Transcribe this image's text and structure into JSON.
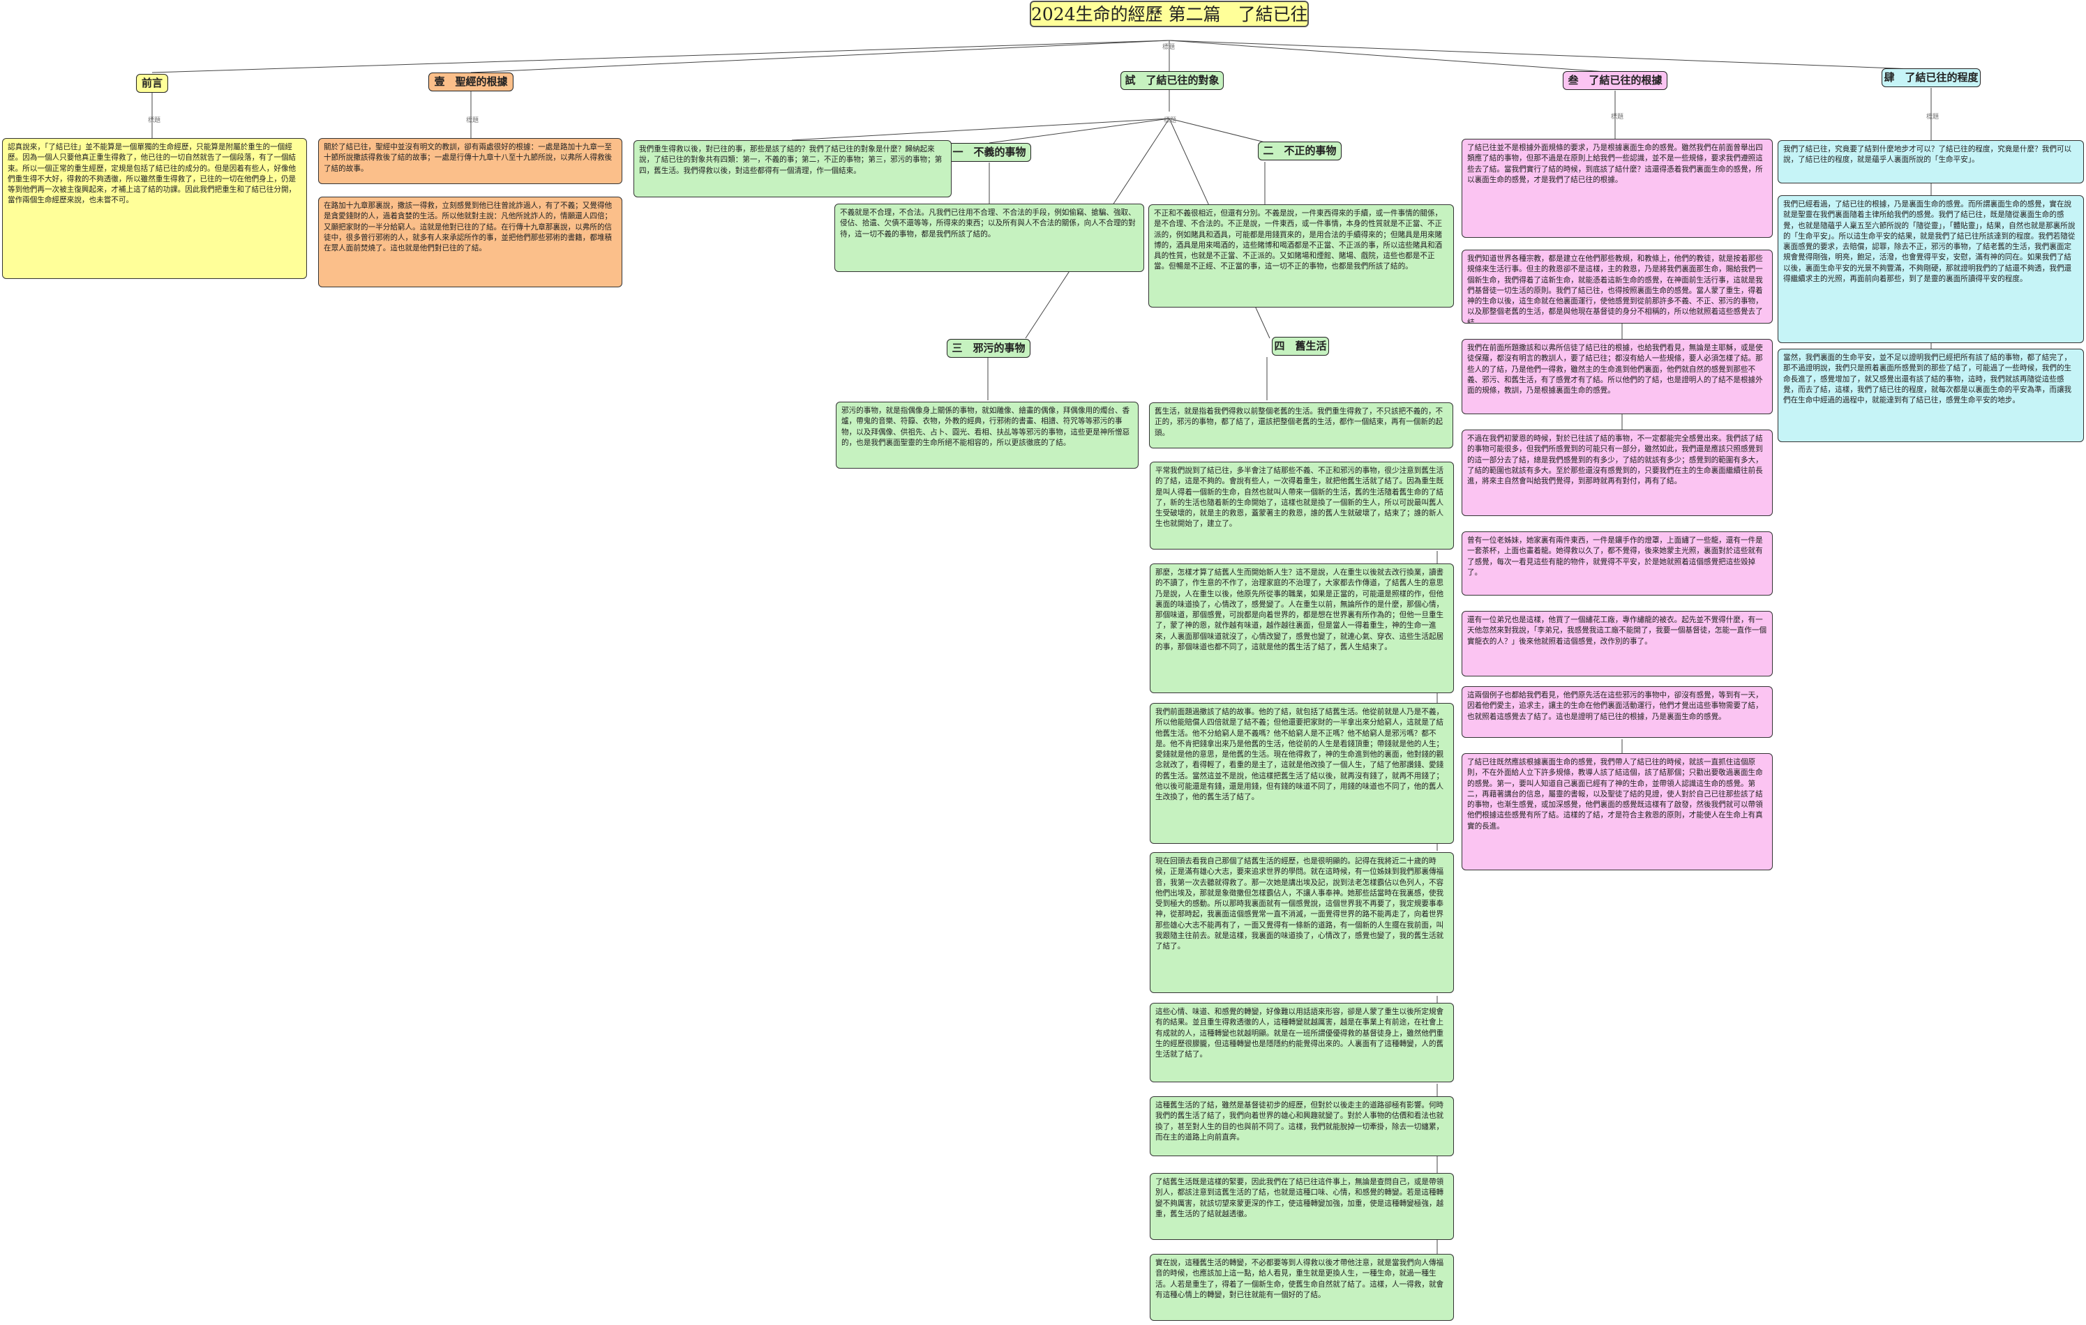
{
  "title": "2024生命的經歷 第二篇　了結已往",
  "root_label": "標題",
  "sub_label": "標題",
  "branches": {
    "preface": "前言",
    "part1": "壹　聖經的根據",
    "part2": "試　了結已往的對象",
    "part3": "叁　了結已往的根據",
    "part4": "肆　了結已往的程度",
    "p2_1": "一　不義的事物",
    "p2_2": "二　不正的事物",
    "p2_3": "三　邪污的事物",
    "p2_4": "四　舊生活"
  },
  "notes": {
    "preface": "認真說來，「了結已往」並不能算是一個單獨的生命經歷，只能算是附屬於重生的一個經歷。因為一個人只要他真正重生得救了，他已往的一切自然就告了一個段落，有了一個結束。所以一個正常的重生經歷，定規是包括了結已往的成分的。但是因着有些人，好像他們重生得不大好，得救的不夠透徹，所以雖然重生得救了，已往的一切在他們身上，仍是等到他們再一次被主復興起來，才補上這了結的功課。因此我們把重生和了結已往分開，當作兩個生命經歷來說，也未嘗不可。",
    "part1_a": "關於了結已往，聖經中並沒有明文的教訓，卻有兩處很好的根據：一處是路加十九章一至十節所說撒該得救後了結的故事；一處是行傳十九章十八至十九節所說，以弗所人得救後了結的故事。",
    "part1_b": "在路加十九章那裏說，撒該一得救，立刻感覺到他已往曾訛詐過人，有了不義；又覺得他是貪愛錢財的人，過着貪婪的生活。所以他就對主說：凡他所訛詐人的，情願還人四倍；又願把家財的一半分給窮人。這就是他對已往的了結。在行傳十九章那裏說，以弗所的信徒中，很多曾行邪術的人，就多有人來承認所作的事，並把他們那些邪術的書籍，都堆積在眾人面前焚燒了。這也就是他們對已往的了結。",
    "part2_main": "我們重生得救以後，對已往的事，那些是該了結的？我們了結已往的對象是什麼？歸納起來說，了結已往的對象共有四類：第一，不義的事；第二，不正的事物；第三，邪污的事物；第四，舊生活。我們得救以後，對這些都得有一個清理，作一個結束。",
    "p2_1": "不義就是不合理，不合法。凡我們已往用不合理、不合法的手段，例如偷竊、搶騙、強取、侵佔、拾遺、欠債不還等等，所得來的東西；以及所有與人不合法的關係，向人不合理的對待，這一切不義的事物，都是我們所該了結的。",
    "p2_2": "不正和不義很相近，但還有分別。不義是說，一件東西得來的手續，或一件事情的關係，是不合理、不合法的。不正是說，一件東西，或一件事情，本身的性質就是不正當、不正派的，例如賭具和酒具，可能都是用錢買來的，是用合法的手續得來的；但賭具是用來賭博的，酒具是用來喝酒的，這些賭博和喝酒都是不正當、不正派的事，所以這些賭具和酒具的性質，也就是不正當、不正派的。又如賭場和煙館、賭場、戲院，這些也都是不正當。但暢是不正經、不正當的事，這一切不正的事物，也都是我們所該了結的。",
    "p2_3": "邪污的事物，就是指偶像身上關係的事物，就如雕像、繪畫的偶像，拜偶像用的燭台、香爐，帶鬼的音樂、符籙、衣物，外教的經典，行邪術的書畫、相譜、符咒等等邪污的事物，以及拜偶像、供祖先、占卜、圓光、看相、扶乩等等邪污的事物，這些更是神所憎惡的，也是我們裏面聖靈的生命所絕不能相容的，所以更該徹底的了結。",
    "p2_4": "舊生活，就是指着我們得救以前整個老舊的生活。我們重生得救了，不只該把不義的，不正的，邪污的事物，都了結了，還該把整個老舊的生活，都作一個結束，再有一個新的起頭。",
    "p2_4b": "平常我們說到了結已往，多半會注了結那些不義、不正和邪污的事物，很少注意到舊生活的了結，這是不夠的。會說有些人，一次得着重生，就把他舊生活就了結了。因為重生既是叫人得着一個新的生命，自然也就叫人帶來一個新的生活，舊的生活隨着舊生命的了結了，新的生活也隨着新的生命開始了，這樣也就是換了一個新的生人，所以可說最叫舊人生受破壞的，就是主的救恩，蓋蒙著主的救恩，誰的舊人生就破壞了，結束了；誰的新人生也就開始了，建立了。",
    "p2_4c": "那麼，怎樣才算了結舊人生而開始新人生？這不是說，人在重生以後就去改行換業，讀書的不讀了，作生意的不作了，治理家庭的不治理了，大家都去作傳道，了結舊人生的意思乃是說，人在重生以後，他原先所從事的職業，如果是正當的，可能還是照樣的作，但他裏面的味道換了，心情改了，感覺變了。人在重生以前，無論所作的是什麼，那個心情，那個味道，那個感覺，可說都是向着世界的，都是想在世界裏有所作為的；但他一旦重生了，蒙了神的恩，就作越有味道，越作越往裏面，但是當人一得着重生，神的生命一進來，人裏面那個味道就沒了，心情改變了，感覺也變了，就連心氣、穿衣、這些生活起居的事，那個味道也都不同了，這就是他的舊生活了結了，舊人生結束了。",
    "p2_4d": "我們前面題過撒該了結的故事。他的了結，就包括了結舊生活。他從前就是人乃是不義，所以他能賠償人四倍就是了結不義；但他還要把家財的一半拿出來分給窮人，這就是了結他舊生活。他不分給窮人是不義嗎？他不給窮人是不正嗎？他不給窮人是邪污嗎？都不是。他不肯把錢拿出來乃是他舊的生活，他從前的人生是看錢頂重；帶錢就是他的人生；愛錢就是他的意思，是他舊的生活。現在他得救了，神的生命進到他的裏面，他對錢的觀念就改了，看得輕了，看重的是主了，這就是他改換了一個人生，了結了他那讚錢、愛錢的舊生活。當然這並不是說，他這樣把舊生活了結以後，就再沒有錢了，就再不用錢了；他以後可能還是有錢，還是用錢，但有錢的味道不同了，用錢的味道也不同了，他的舊人生改換了，他的舊生活了結了。",
    "p2_4e": "現在回頭去看我自己那個了結舊生活的經歷，也是很明顯的。記得在我將近二十歲的時候，正是滿有雄心大志，要來追求世界的學問。就在這時候，有一位姊妹到我們那裏傳福音，我第一次去聽就得救了。那一次她是講出埃及記，說到法老怎樣霸佔以色列人，不容他們出埃及，那就是象徵撒但怎樣霸佔人，不讓人事奉神。她那些話當時在我裏感，使我受到極大的感動。所以那時我裏面就有一個感覺說，這個世界我不再要了，我定規要事奉神，從那時起，我裏面這個感覺常一直不消滅，一面覺得世界的路不能再走了，向着世界那些雄心大志不能再有了，一面又覺得有一條新的道路，有一個新的人生擺在我前面，叫我跟隨主往前去。就是這樣，我裏面的味道換了，心情改了，感覺也變了，我的舊生活就了結了。",
    "p2_4f": "這些心情、味道、和感覺的轉變，好像難以用話語來形容，卻是人蒙了重生以後所定規會有的結果。並且重生得救透徹的人，這種轉變就越厲害，越是在事業上有前途，在社會上有成就的人，這種轉變也就越明顯。就是在一班所謂優優得救的基督徒身上，雖然他們重生的經歷很朦朧，但這種轉變也是隱隱約約能覺得出來的。人裏面有了這種轉變，人的舊生活就了結了。",
    "p2_4g": "這種舊生活的了結，雖然是基督徒初步的經歷，但對於以後走主的道路卻極有影響。何時我們的舊生活了結了，我們向着世界的雄心和興趣就變了。對於人事物的估價和看法也就換了，甚至對人生的目的也與前不同了。這樣，我們就能脫掉一切牽掛，除去一切纏累，而在主的道路上向前直奔。",
    "p2_4h": "了結舊生活既是這樣的緊要，因此我們在了結已往這件事上，無論是查問自己，或是帶領別人，都該注意到這舊生活的了結，也就是這種口味、心情，和感覺的轉變。若是這種轉變不夠厲害，就該切望來蒙更深的作工，使這種轉變加強，加重，使是這種轉變極強，越重，舊生活的了結就越透徹。",
    "p2_4i": "實在說，這種舊生活的轉變，不必都要等到人得救以後才帶他注意，就是當我們向人傳福音的時候，也應該加上這一點，給人看見，重生就是更換人生，一種生命，就過一種生活。人若是重生了，得着了一個新生命，使舊生命自然就了結了。這樣，人一得救，就會有這種心情上的轉變，對已往就能有一個好的了結。",
    "part3_a": "了結已往並不是根據外面規條的要求，乃是根據裏面生命的感覺。雖然我們在前面曾舉出四類應了結的事物，但那不過是在原則上給我們一些認識，並不是一些規條，要求我們遵照這些去了結。當我們實行了結的時候，到底該了結什麼？這還得憑着我們裏面生命的感覺，所以裏面生命的感覺，才是我們了結已往的根據。",
    "part3_b": "我們知道世界各種宗教，都是建立在他們那些教規，和教條上，他們的教徒，就是按着那些規條來生活行事。但主的救恩卻不是這樣，主的救恩，乃是將我們裏面那生命，賜給我們一個新生命，我們得着了這新生命，就能憑着這新生命的感覺，在神面前生活行事，這就是我們基督徒一切生活的原則。我們了結已往，也得按照裏面生命的感覺。當人蒙了重生，得着神的生命以後，這生命就在他裏面運行，使他感覺到從前那許多不義、不正、邪污的事物，以及那整個老舊的生活，都是與他現在基督徒的身分不相稱的，所以他就照着這些感覺去了結。",
    "part3_c": "我們在前面所題撒該和以弗所信徒了結已往的根據，也給我們看見，無論是主耶穌，或是使徒保羅，都沒有明言的教訓人，要了結已往；都沒有給人一些規條，要人必須怎樣了結。那些人的了結，乃是他們一得救，雖然主的生命進到他們裏面，他們就自然的感覺到那些不義、邪污、和舊生活，有了感覺才有了結。所以他們的了結，也是證明人的了結不是根據外面的規條，教訓，乃是根據裏面生命的感覺。",
    "part3_d": "不過在我們初蒙恩的時候，對於已往該了結的事物，不一定都能完全感覺出來。我們該了結的事物可能很多，但我們所感覺到的可能只有一部分，雖然如此，我們還是應該只照感覺到的這一部分去了結，總是我們感覺到的有多少，了結的就該有多少；感覺到的範圍有多大，了結的範圍也就該有多大。至於那些還沒有感覺到的，只要我們在主的生命裏面繼續往前長進，將來主自然會叫給我們覺得，到那時就再有對付，再有了結。",
    "part3_e": "曾有一位老姊妹，她家裏有兩件東西，一件是鑲手作的燈罩，上面繡了一些龍，還有一件是一套茶杯，上面也畫着龍。她得救以久了，都不覺得，後來她蒙主光照，裏面對於這些就有了感覺，每次一看見這些有龍的物件，就覺得不平安，於是她就照着這個感覺把這些毀掉了。",
    "part3_f": "還有一位弟兄也是這樣，他買了一個繡花工廠，專作繡龍的被衣。起先並不覺得什麼，有一天他忽然來對我說，「李弟兄，我感覺我這工廠不能開了，我要一個基督徒，怎能一直作一個實龍衣的人？」後來他就照着這個感覺，改作別的事了。",
    "part3_g": "這兩個例子也都給我們看見，他們原先活在這些邪污的事物中，卻沒有感覺，等到有一天，因着他們愛主，追求主，讓主的生命在他們裏面活動運行，他們才覺出這些事物需要了結，也就照着這感覺去了結了。這也是證明了結已往的根據，乃是裏面生命的感覺。",
    "part3_h": "了結已往既然應該根據裏面生命的感覺，我們帶人了結已往的時候，就該一直抓住這個原則，不在外面給人立下許多規條，教導人該了結這個，該了結那個；只勸出要敬過裏面生命的感覺。第一，要叫人知道自己裏面已經有了神的生命，並帶領人認識這生命的感覺。第二，再藉著講台的信息，屬靈的書報，以及聖徒了結的見證，使人對於自己已往那些該了結的事物，也漸生感覺，或加深感覺，他們裏面的感覺既這樣有了啟發，然後我們就可以帶領他們根據這些感覺有所了結。這樣的了結，才是符合主救恩的原則，才能使人在生命上有真實的長進。",
    "part4_a": "我們了結已往，究竟要了結到什麼地步才可以？了結已往的程度，究竟是什麼？我們可以說，了結已往的程度，就是蘊乎人裏面所說的「生命平安」。",
    "part4_b": "我們已經看過，了結已往的根據，乃是裏面生命的感覺。而所謂裏面生命的感覺，實在說就是聖靈在我們裏面隨着主律所給我們的感覺。我們了結已往，既是隨從裏面生命的感覺，也就是隨蘊乎人稟五至六節所說的「隨從靈」，「體貼靈」，結果，自然也就是那裏所說的「生命平安」。所以這生命平安的結果，就是我們了結已往所該達到的程度。我們若隨從裏面感覺的要求，去賠償，認罪，除去不正，邪污的事物，了結老舊的生活，我們裏面定規會覺得剛強，明亮，飽足，活潑，也會覺得平安，安慰，滿有神的同在。如果我們了結以後，裏面生命平安的光景不夠豐滿，不夠剛硬，那就證明我們的了結還不夠透，我們還得繼續求主的光照，再面前向着那些，到了是靈的裏面所讀得平安的程度。",
    "part4_c": "當然，我們裏面的生命平安，並不足以證明我們已經把所有該了結的事物，都了結完了，那不過證明說，我們只是照着裏面所感覺到的那些了結了，可能過了一些時候，我們的生命長進了，感覺增加了，就又感覺出還有該了結的事物，這時，我們就該再隨從這些感覺，而去了結，這樣，我們了結已往的程度，就每次都是以裏面生命的平安為準，而讓我們在生命中經過的過程中，就能達到有了結已往，感覺生命平安的地步。"
  },
  "colors": {
    "yellow": "#ffff99",
    "orange": "#fbbf8a",
    "green": "#c6f2c0",
    "pink": "#fbc4f2",
    "cyan": "#c6f4f7"
  }
}
